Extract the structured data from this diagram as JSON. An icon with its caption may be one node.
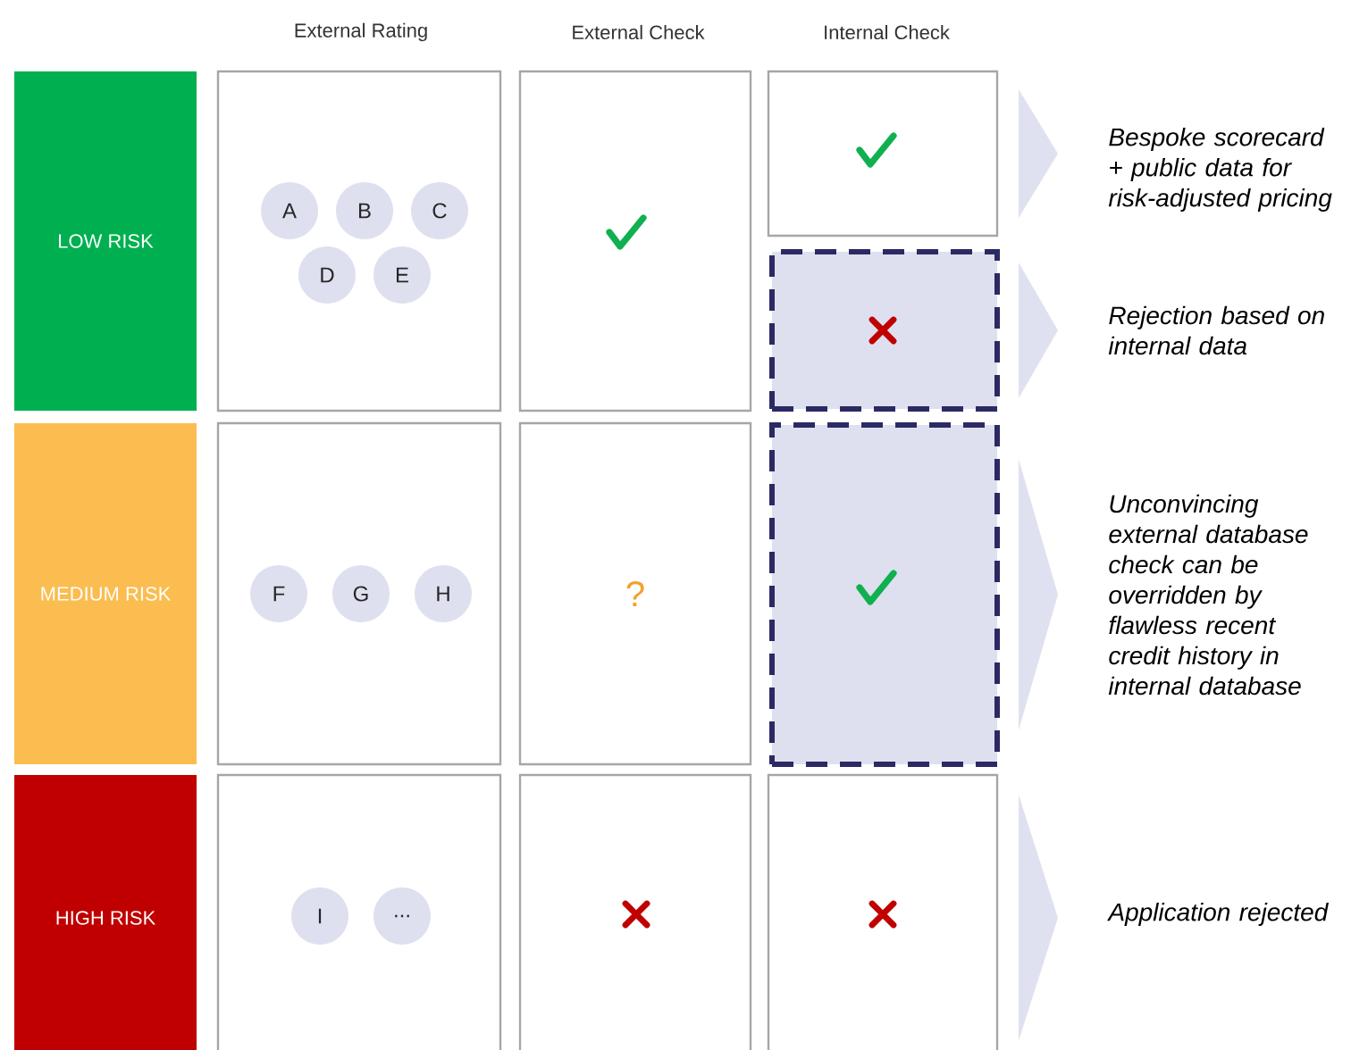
{
  "diagram": {
    "nodes": [
      {
        "text": [
          "LOW RISK"
        ]
      },
      {
        "text": [],
        "shape": "box"
      },
      {
        "text": [
          "A"
        ],
        "in": 1
      },
      {
        "text": [
          "B"
        ],
        "in": 1
      },
      {
        "text": [
          "C"
        ],
        "in": 1
      },
      {
        "text": [
          "D"
        ],
        "in": 1
      },
      {
        "text": [
          "E"
        ],
        "in": 1
      },
      {
        "text": [],
        "shape": "box"
      },
      {
        "text": [],
        "shape": "box"
      },
      {
        "text": [
          "Bespoke scorecard + public data for risk-adjusted pricing"
        ]
      },
      {
        "text": [],
        "shape": "box"
      },
      {
        "text": [
          "Rejection based on internal data"
        ]
      },
      {
        "text": [
          "MEDIUM RISK"
        ]
      },
      {
        "text": [],
        "shape": "box"
      },
      {
        "text": [
          "F"
        ],
        "in": 13
      },
      {
        "text": [
          "G"
        ],
        "in": 13
      },
      {
        "text": [
          "H"
        ],
        "in": 13
      },
      {
        "text": [
          "?"
        ]
      },
      {
        "text": [],
        "shape": "box"
      },
      {
        "text": [
          "Unconvincing external database check can be overridden by flawless recent credit history in internal database"
        ]
      },
      {
        "text": [
          "HIGH RISK"
        ]
      },
      {
        "text": [],
        "shape": "box"
      },
      {
        "text": [
          "I"
        ],
        "in": 21
      },
      {
        "text": [
          "..."
        ],
        "in": 21
      },
      {
        "text": [],
        "shape": "box"
      },
      {
        "text": [],
        "shape": "box"
      },
      {
        "text": [
          "Application rejected"
        ]
      }
    ],
    "edges": [
      {
        "from": 8,
        "to": 9,
        "arrow": "to"
      },
      {
        "from": 10,
        "to": 11,
        "arrow": "to"
      },
      {
        "from": 18,
        "to": 19,
        "arrow": "to"
      },
      {
        "from": 25,
        "to": 26,
        "arrow": "to"
      }
    ],
    "labels": [
      "External Rating",
      "External Check",
      "Internal Check"
    ]
  }
}
